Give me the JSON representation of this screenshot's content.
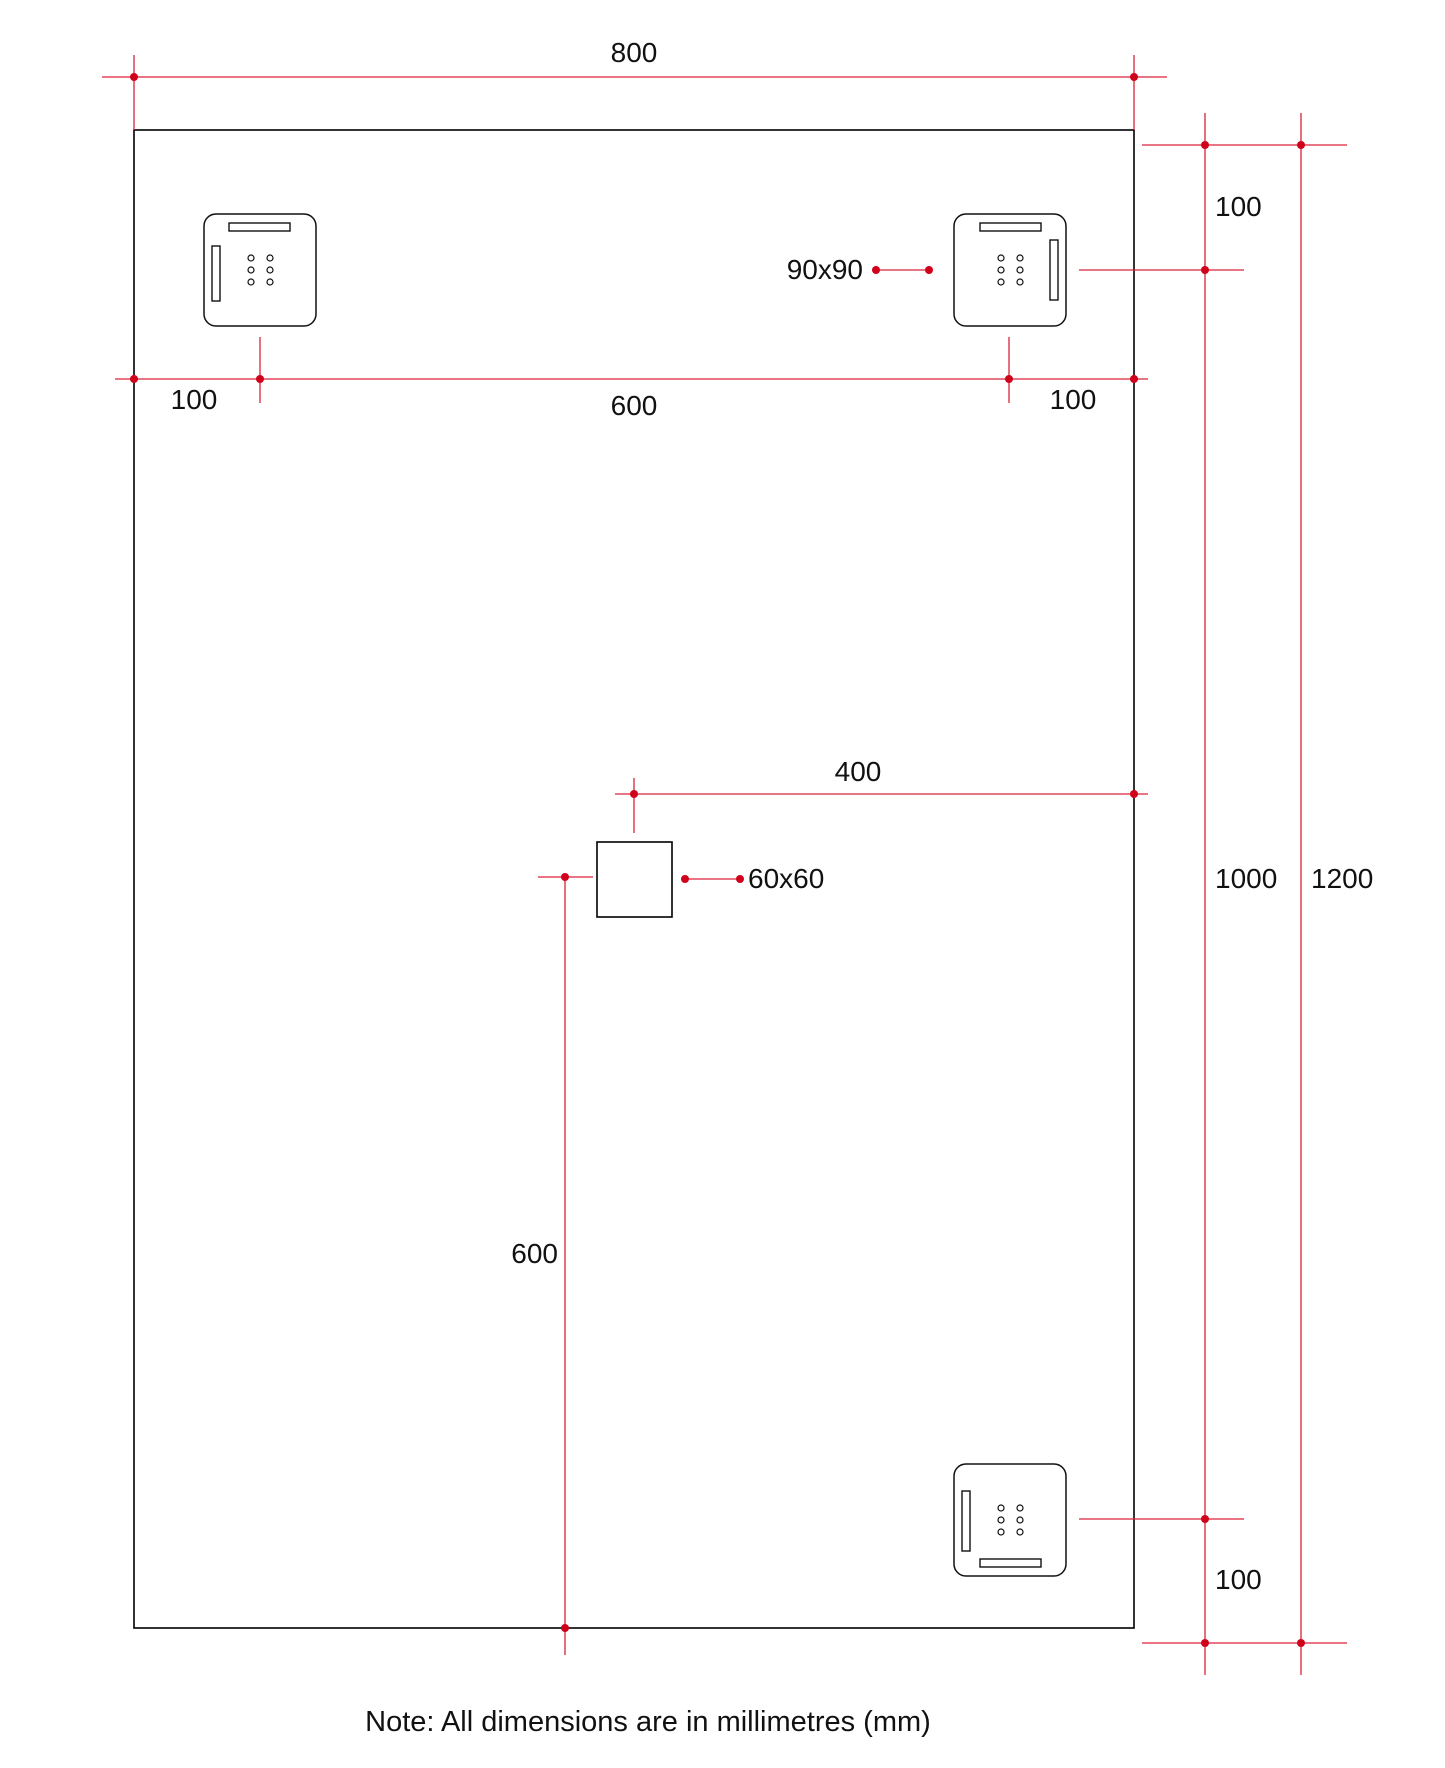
{
  "drawing": {
    "dimensions": {
      "overall_width": "800",
      "bracket_spacing": "600",
      "left_offset": "100",
      "right_offset": "100",
      "bracket_size": "90x90",
      "top_offset": "100",
      "bracket_vertical_spacing": "1000",
      "overall_height": "1200",
      "bottom_offset": "100",
      "point_horizontal_offset": "400",
      "point_size": "60x60",
      "point_height": "600"
    },
    "note": "Note: All dimensions are in millimetres (mm)"
  },
  "colors": {
    "dimension_line": "#d9223a",
    "dimension_dot": "#d0021b",
    "outline": "#000000"
  }
}
